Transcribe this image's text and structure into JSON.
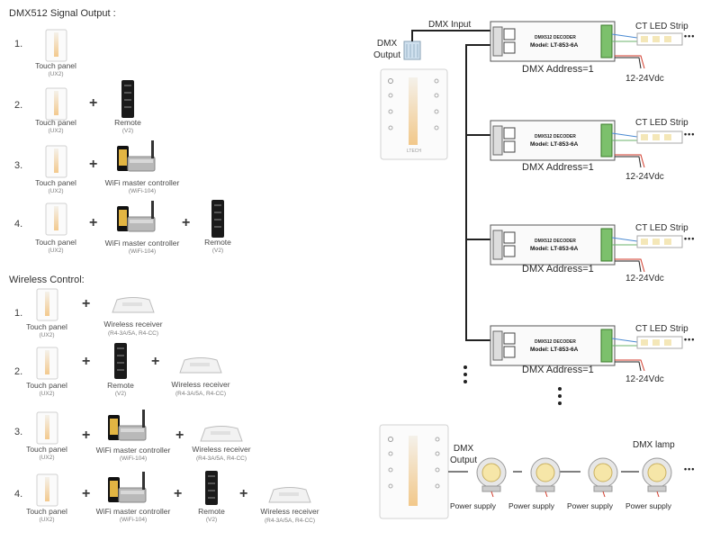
{
  "left": {
    "dmx_section": {
      "title": "DMX512 Signal Output :",
      "rows": [
        {
          "num": "1.",
          "items": [
            {
              "icon": "touch-panel",
              "name": "Touch panel",
              "model": "(UX2)"
            }
          ]
        },
        {
          "num": "2.",
          "items": [
            {
              "icon": "touch-panel",
              "name": "Touch panel",
              "model": "(UX2)"
            },
            {
              "icon": "remote",
              "name": "Remote",
              "model": "(V2)"
            }
          ]
        },
        {
          "num": "3.",
          "items": [
            {
              "icon": "touch-panel",
              "name": "Touch panel",
              "model": "(UX2)"
            },
            {
              "icon": "wifi-controller",
              "name": "WiFi master controller",
              "model": "(WiFi-104)"
            }
          ]
        },
        {
          "num": "4.",
          "items": [
            {
              "icon": "touch-panel",
              "name": "Touch panel",
              "model": "(UX2)"
            },
            {
              "icon": "wifi-controller",
              "name": "WiFi master controller",
              "model": "(WiFi-104)"
            },
            {
              "icon": "remote",
              "name": "Remote",
              "model": "(V2)"
            }
          ]
        }
      ]
    },
    "wireless_section": {
      "title": "Wireless Control:",
      "rows": [
        {
          "num": "1.",
          "items": [
            {
              "icon": "touch-panel",
              "name": "Touch panel",
              "model": "(UX2)"
            },
            {
              "icon": "receiver",
              "name": "Wireless receiver",
              "model": "(R4-3A/5A, R4-CC)"
            }
          ]
        },
        {
          "num": "2.",
          "items": [
            {
              "icon": "touch-panel",
              "name": "Touch panel",
              "model": "(UX2)"
            },
            {
              "icon": "remote",
              "name": "Remote",
              "model": "(V2)"
            },
            {
              "icon": "receiver",
              "name": "Wireless receiver",
              "model": "(R4-3A/5A, R4-CC)"
            }
          ]
        },
        {
          "num": "3.",
          "items": [
            {
              "icon": "touch-panel",
              "name": "Touch panel",
              "model": "(UX2)"
            },
            {
              "icon": "wifi-controller",
              "name": "WiFi master controller",
              "model": "(WiFi-104)"
            },
            {
              "icon": "receiver",
              "name": "Wireless receiver",
              "model": "(R4-3A/5A, R4-CC)"
            }
          ]
        },
        {
          "num": "4.",
          "items": [
            {
              "icon": "touch-panel",
              "name": "Touch panel",
              "model": "(UX2)"
            },
            {
              "icon": "wifi-controller",
              "name": "WiFi master controller",
              "model": "(WiFi-104)"
            },
            {
              "icon": "remote",
              "name": "Remote",
              "model": "(V2)"
            },
            {
              "icon": "receiver",
              "name": "Wireless receiver",
              "model": "(R4-3A/5A, R4-CC)"
            }
          ]
        }
      ]
    },
    "plus": "+"
  },
  "right_top": {
    "dmx_output": "DMX\nOutput",
    "dmx_input": "DMX Input",
    "decoder_title": "DMX512 DECODER",
    "decoder_model": "Model: LT-853-6A",
    "strip_label": "CT LED Strip",
    "address_label": "DMX Address=1",
    "power_label": "12-24Vdc",
    "dots_h": "•••",
    "dots_v": "⋮",
    "panel_brand": "LTECH"
  },
  "right_bottom": {
    "dmx_output": "DMX\nOutput",
    "dmx_lamp": "DMX lamp",
    "power_supply": "Power supply",
    "dots_h": "•••"
  },
  "colors": {
    "text": "#3a3a3a",
    "wire": "#222222",
    "wire_red": "#d23a2a",
    "warm_gradient_top": "#f3f1ea",
    "warm_gradient_bottom": "#f2c88a"
  }
}
